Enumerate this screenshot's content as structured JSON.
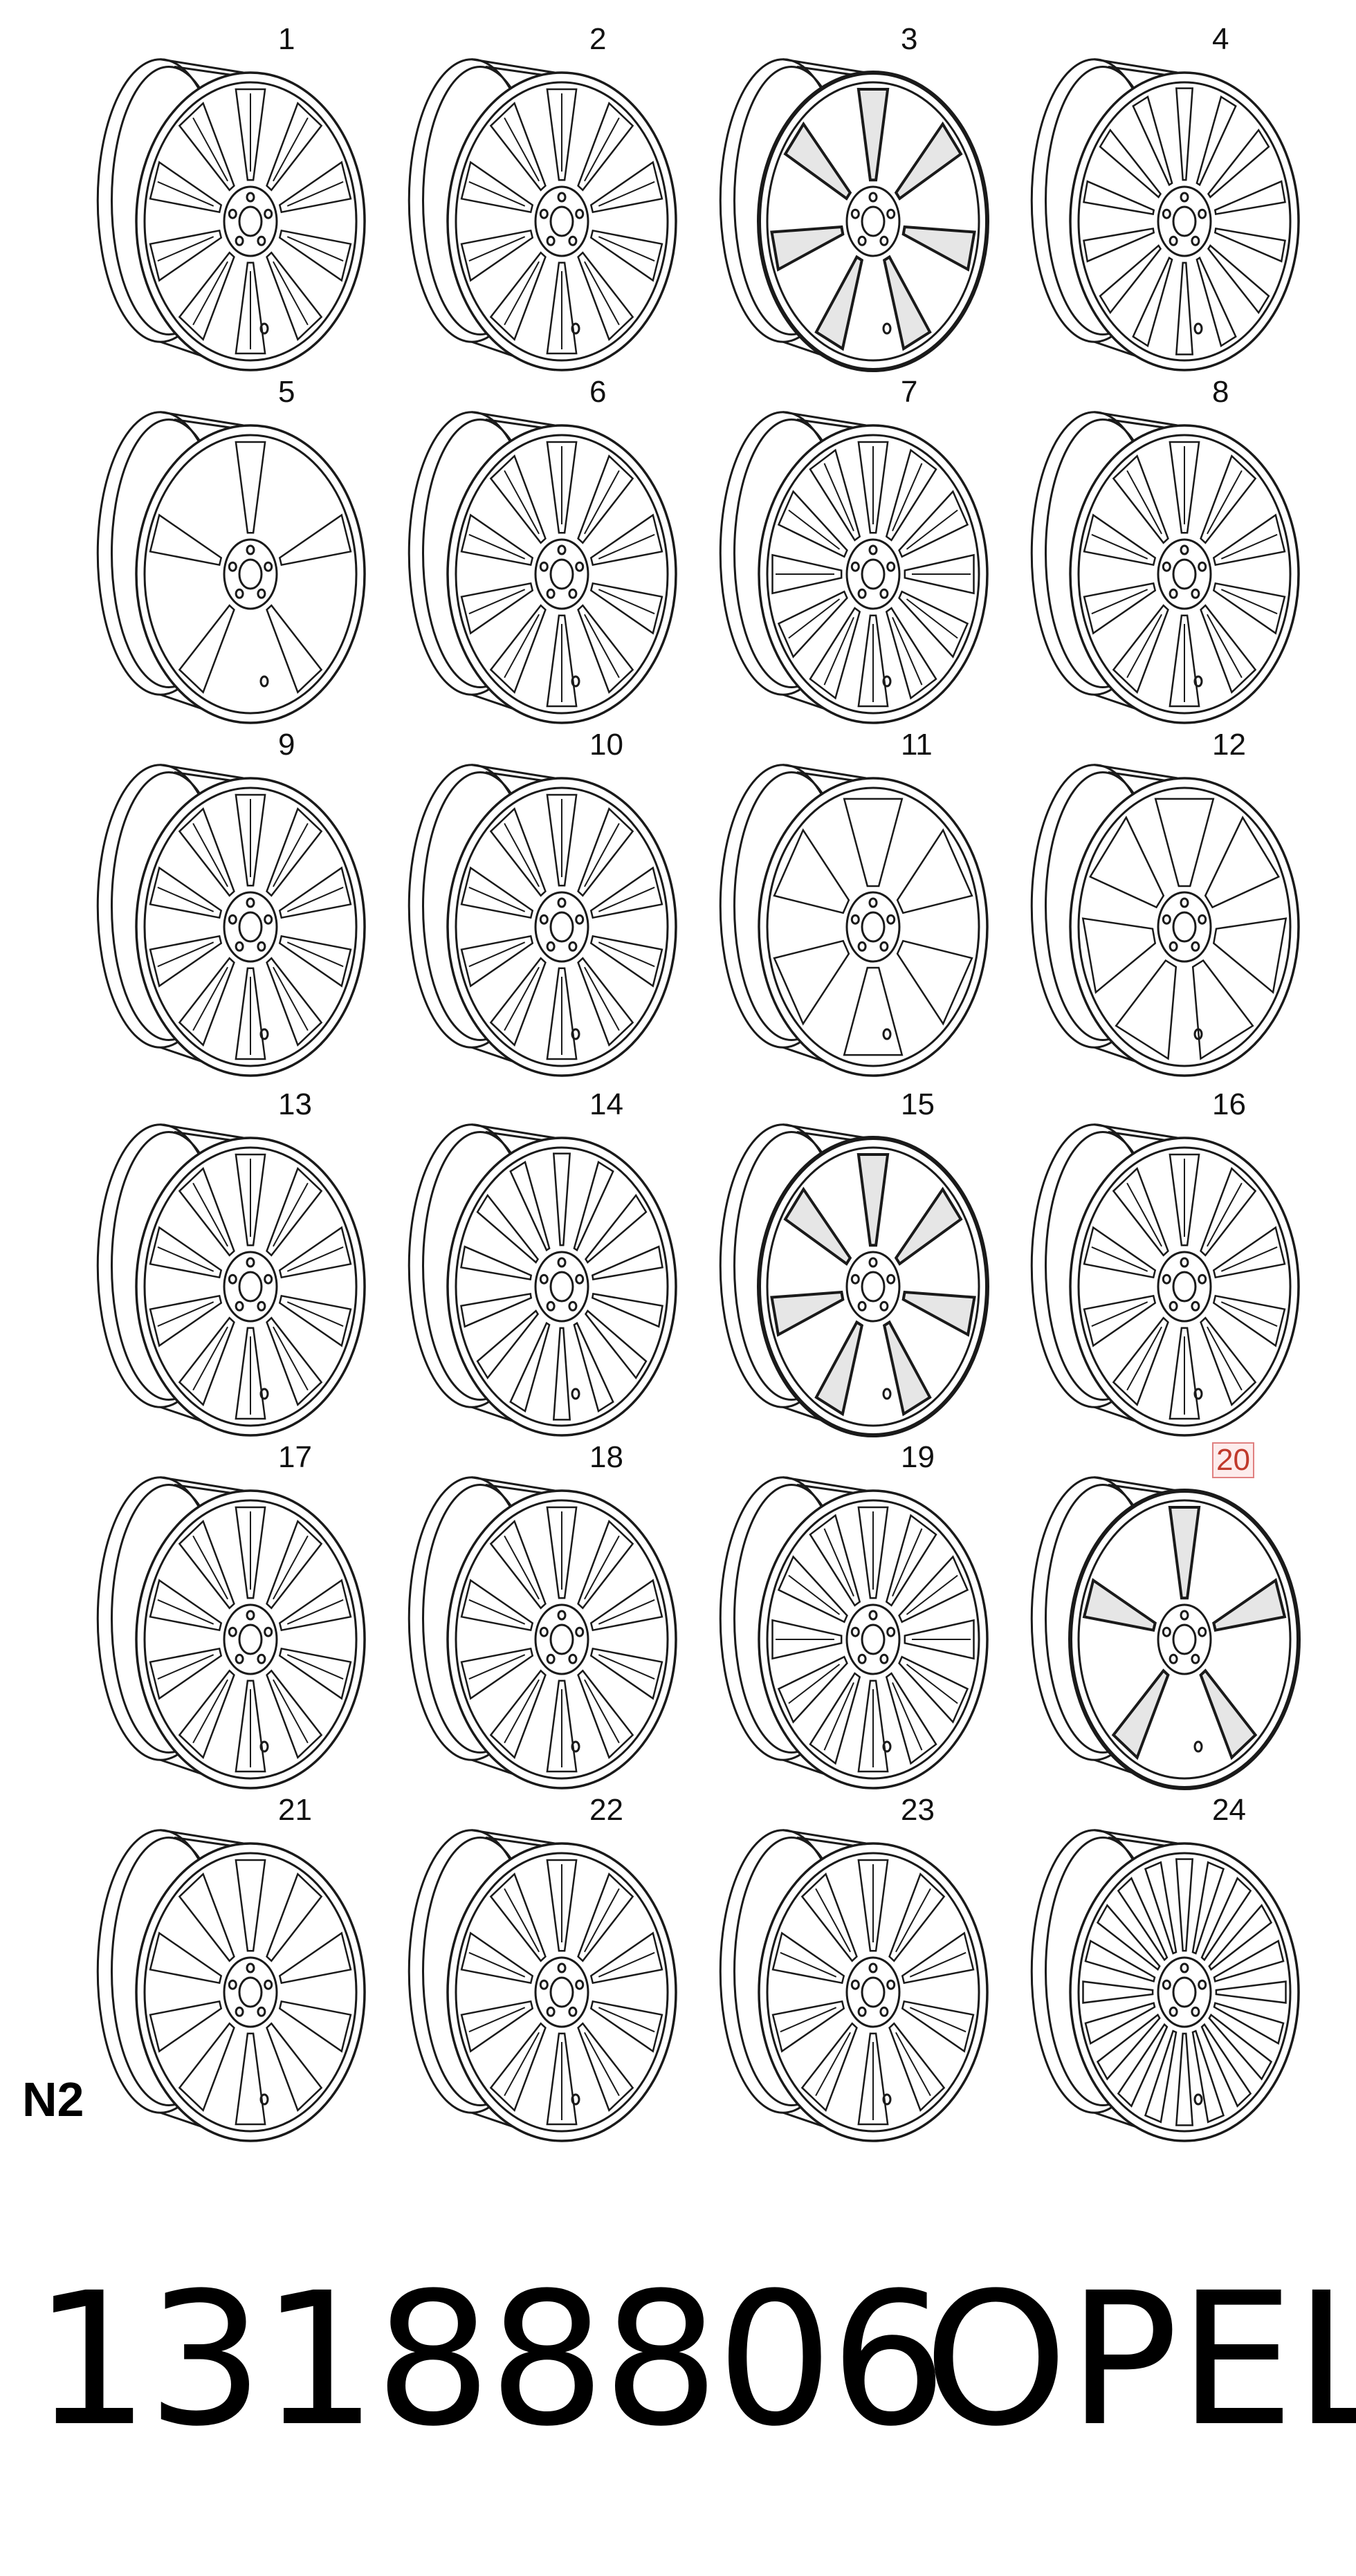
{
  "diagram": {
    "code": "N2",
    "highlighted_item": "20",
    "items": [
      {
        "label": "1",
        "spokes": 10,
        "style": "v-twin"
      },
      {
        "label": "2",
        "spokes": 10,
        "style": "split"
      },
      {
        "label": "3",
        "spokes": 7,
        "style": "bold-dark"
      },
      {
        "label": "4",
        "spokes": 14,
        "style": "thin-double"
      },
      {
        "label": "5",
        "spokes": 5,
        "style": "star"
      },
      {
        "label": "6",
        "spokes": 10,
        "style": "split"
      },
      {
        "label": "7",
        "spokes": 12,
        "style": "multi"
      },
      {
        "label": "8",
        "spokes": 10,
        "style": "v-twin"
      },
      {
        "label": "9",
        "spokes": 10,
        "style": "v-twin"
      },
      {
        "label": "10",
        "spokes": 10,
        "style": "split"
      },
      {
        "label": "11",
        "spokes": 6,
        "style": "wide-window"
      },
      {
        "label": "12",
        "spokes": 7,
        "style": "wide-window"
      },
      {
        "label": "13",
        "spokes": 10,
        "style": "v-twin"
      },
      {
        "label": "14",
        "spokes": 14,
        "style": "thin-double"
      },
      {
        "label": "15",
        "spokes": 7,
        "style": "bold-dark"
      },
      {
        "label": "16",
        "spokes": 10,
        "style": "split"
      },
      {
        "label": "17",
        "spokes": 10,
        "style": "split"
      },
      {
        "label": "18",
        "spokes": 10,
        "style": "split"
      },
      {
        "label": "19",
        "spokes": 12,
        "style": "multi"
      },
      {
        "label": "20",
        "spokes": 5,
        "style": "bold-dark"
      },
      {
        "label": "21",
        "spokes": 10,
        "style": "star"
      },
      {
        "label": "22",
        "spokes": 10,
        "style": "split"
      },
      {
        "label": "23",
        "spokes": 10,
        "style": "v-twin"
      },
      {
        "label": "24",
        "spokes": 20,
        "style": "thin-double"
      }
    ]
  },
  "footer": {
    "part_number": "13188806",
    "brand": "OPEL"
  },
  "colors": {
    "line": "#1a1a1a",
    "highlight_text": "#c0392b",
    "highlight_border": "#e08080",
    "highlight_fill": "#fdecec"
  }
}
